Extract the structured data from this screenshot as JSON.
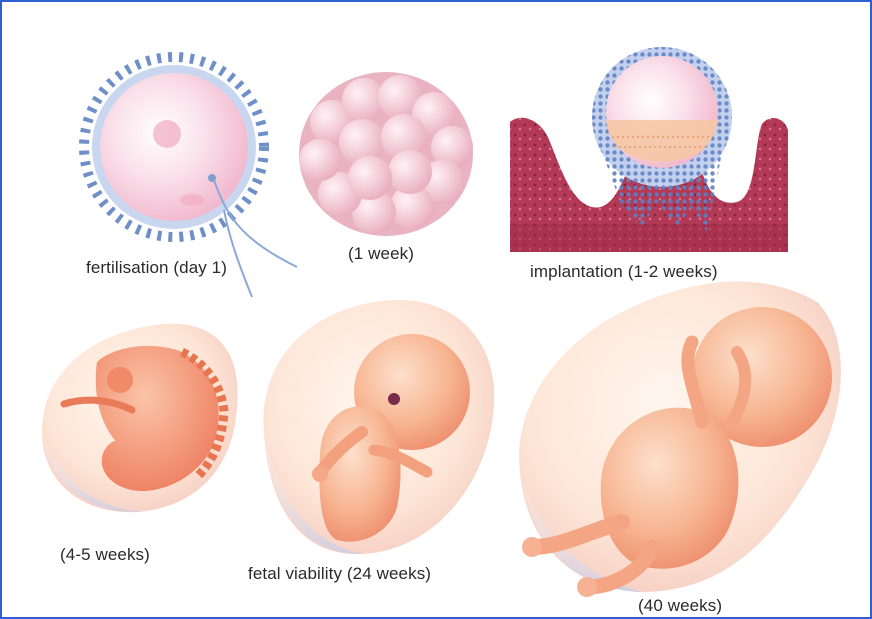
{
  "stages": [
    {
      "id": "fertilisation",
      "label": "fertilisation (day 1)"
    },
    {
      "id": "one-week",
      "label": "(1 week)"
    },
    {
      "id": "implantation",
      "label": "implantation (1-2 weeks)"
    },
    {
      "id": "four-five-weeks",
      "label": "(4-5 weeks)"
    },
    {
      "id": "fetal-viability",
      "label": "fetal viability (24 weeks)"
    },
    {
      "id": "forty-weeks",
      "label": "(40 weeks)"
    }
  ],
  "colors": {
    "frame_border": "#2f5fd0",
    "egg": "#f6c9da",
    "zona": "#7f9fd0",
    "morula": "#f3cedb",
    "uterus_wall": "#b33a56",
    "amniotic_sac": "#fbe3d4",
    "embryo": "#f59a7c",
    "fetus": "#f7b592"
  }
}
